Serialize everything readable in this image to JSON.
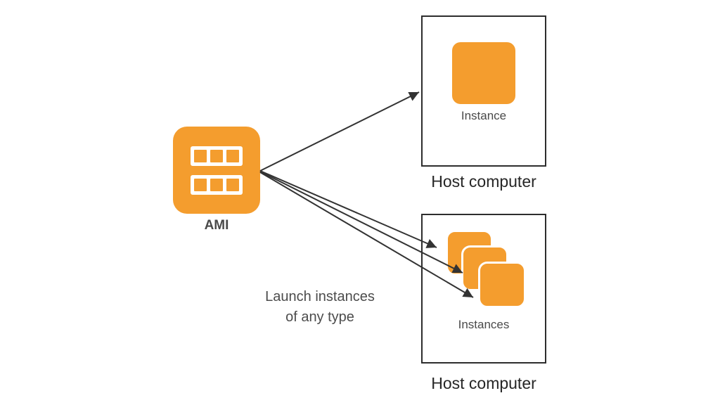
{
  "colors": {
    "orange": "#F49D2E",
    "box-border": "#2D2D2D",
    "arrow": "#333333",
    "label": "#4A4A4A",
    "title": "#262626",
    "caption": "#4C4C4C",
    "background": "#FFFFFF"
  },
  "ami": {
    "label": "AMI",
    "icon": "ami-grid-icon"
  },
  "hosts": {
    "top": {
      "title": "Host computer",
      "instance_label": "Instance",
      "icon": "instance-icon"
    },
    "bottom": {
      "title": "Host computer",
      "instances_label": "Instances",
      "icon": "instances-stack-icon"
    }
  },
  "caption": {
    "line1": "Launch instances",
    "line2": "of any type"
  }
}
